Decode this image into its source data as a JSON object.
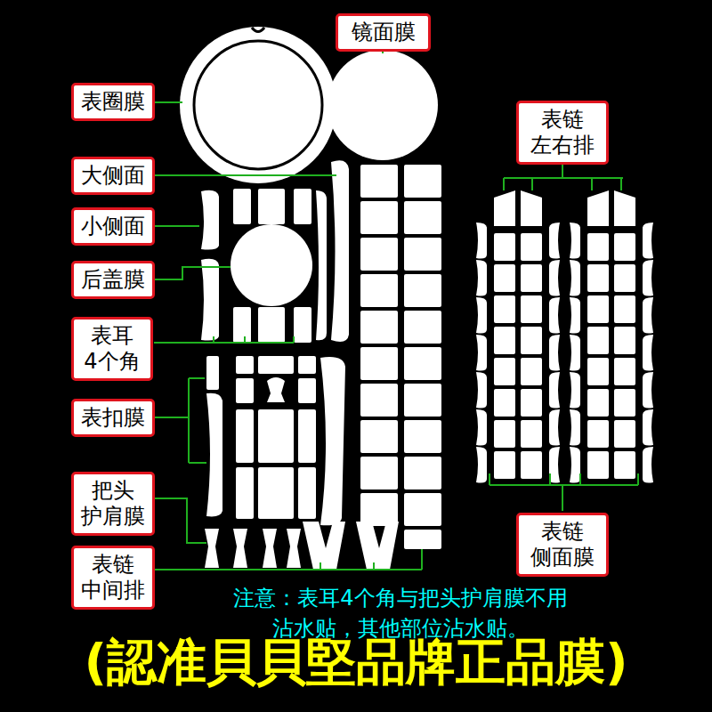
{
  "diagram": {
    "nodes": [
      {
        "text": [
          "镜面膜"
        ]
      },
      {
        "text": [
          "表圈膜"
        ]
      },
      {
        "text": [
          "表链 左右排"
        ]
      },
      {
        "text": [
          "大侧面"
        ]
      },
      {
        "text": [
          "小侧面"
        ]
      },
      {
        "text": [
          "后盖膜"
        ]
      },
      {
        "text": [
          "表耳 4个角"
        ]
      },
      {
        "text": [
          "表扣膜"
        ]
      },
      {
        "text": [
          "把头 护肩膜"
        ]
      },
      {
        "text": [
          "表链 侧面膜"
        ]
      },
      {
        "text": [
          "表链 中间排"
        ]
      }
    ],
    "labels": [
      "注意：表耳4个角与把头护肩膜不用 沾水贴，其他部位沾水贴。",
      "(認准貝貝堅品牌正品膜)"
    ]
  }
}
